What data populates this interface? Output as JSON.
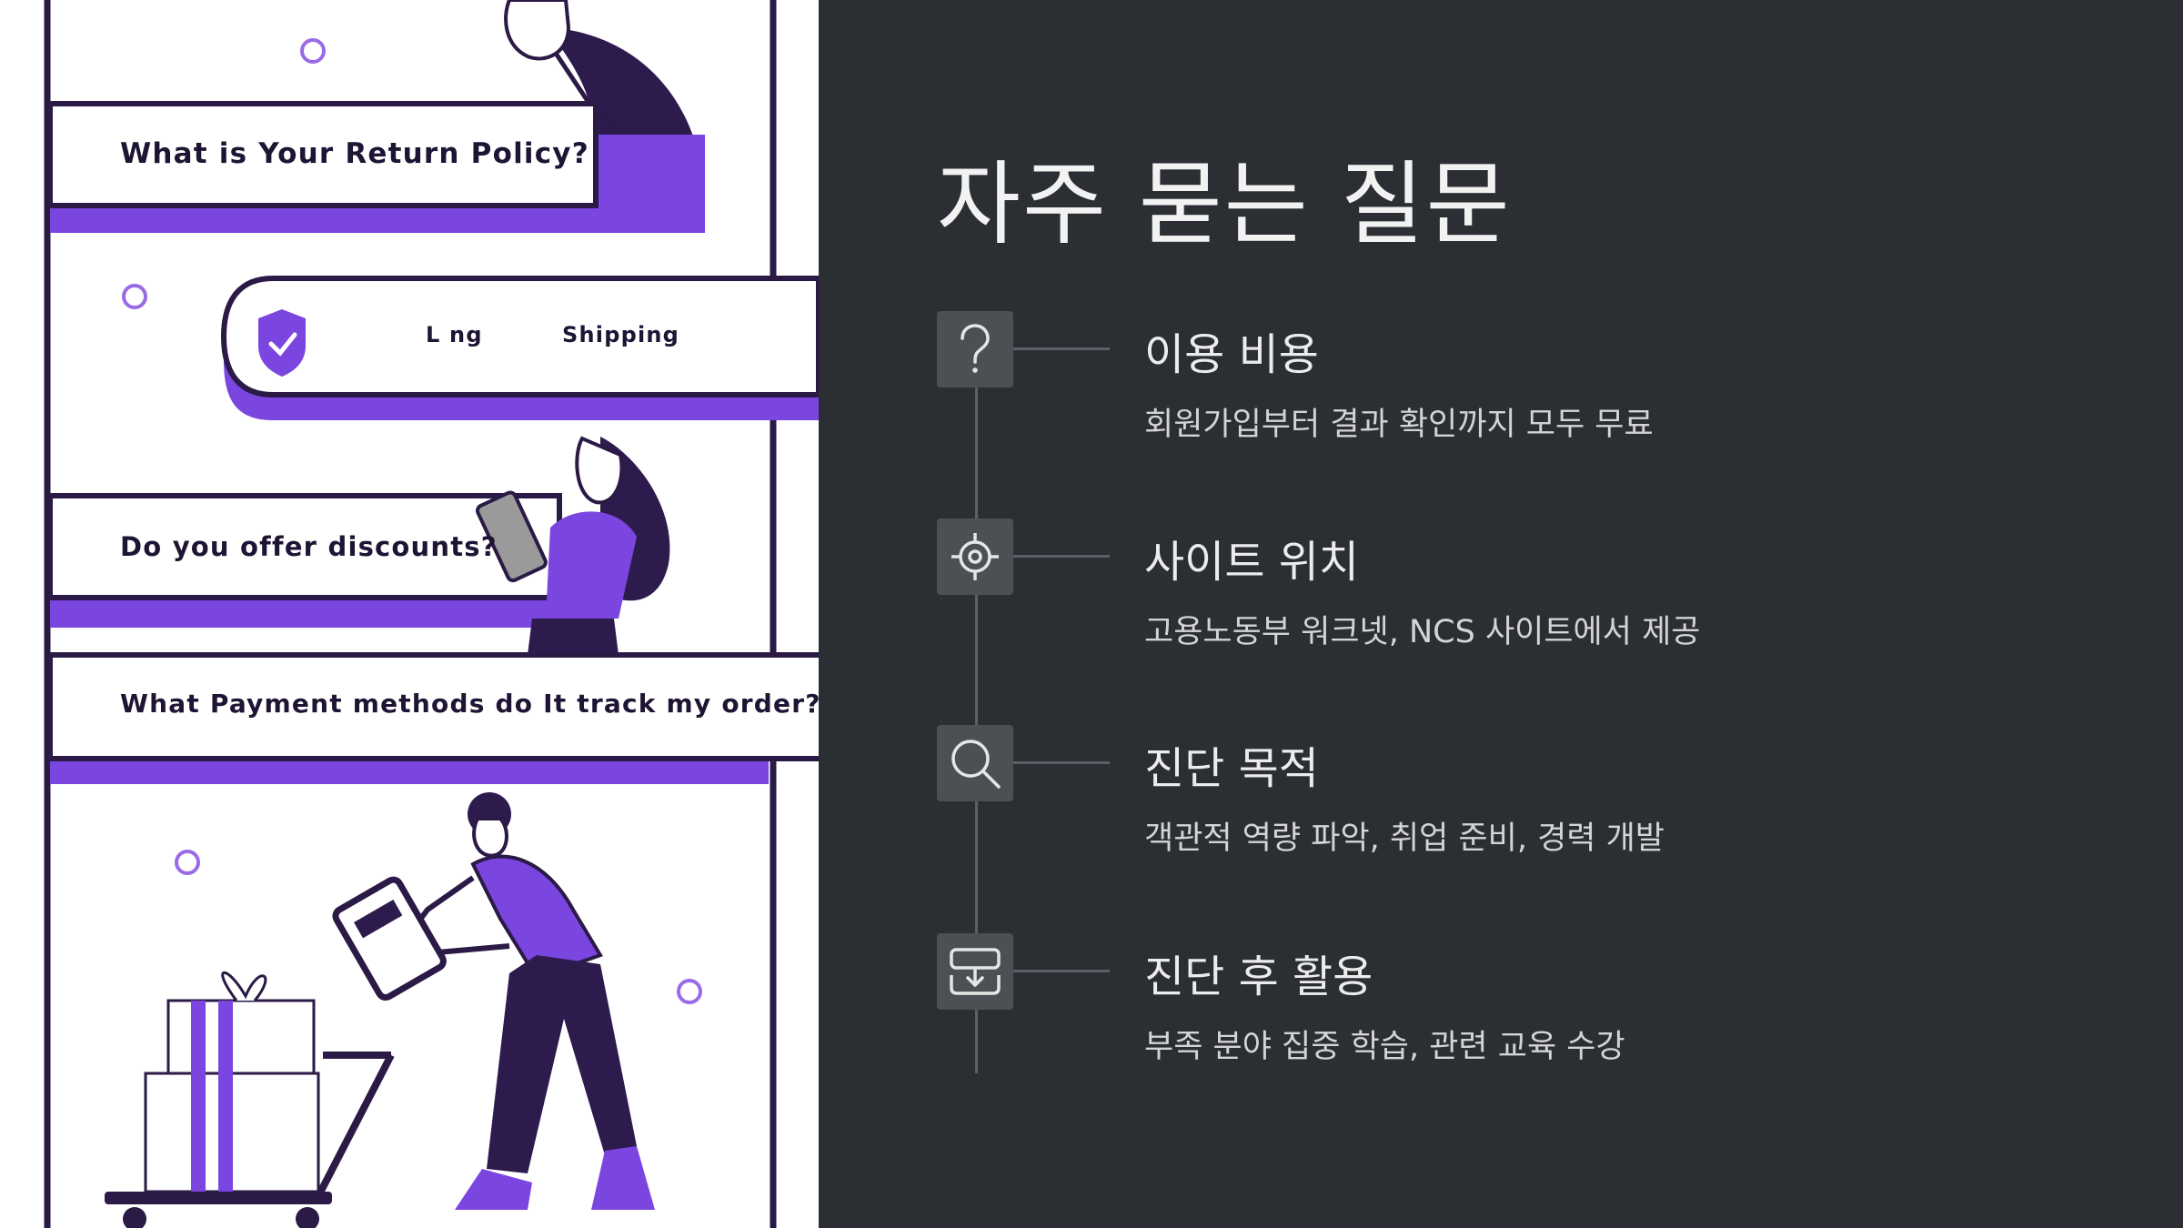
{
  "illustration": {
    "faq_cards": [
      {
        "label": "What is Your Return Policy?"
      },
      {
        "label": "Do you offer discounts?"
      },
      {
        "label": "What Payment methods do It track my order?"
      }
    ],
    "shipping_pill": {
      "prefix": "L  ng",
      "label": "Shipping"
    },
    "colors": {
      "purple": "#7b45e0",
      "dark_purple": "#2d1b4e",
      "outline": "#2a1a45"
    }
  },
  "faq": {
    "title": "자주 묻는 질문",
    "items": [
      {
        "icon": "question-icon",
        "title": "이용 비용",
        "description": "회원가입부터 결과 확인까지 모두 무료"
      },
      {
        "icon": "target-icon",
        "title": "사이트 위치",
        "description": "고용노동부 워크넷, NCS 사이트에서 제공"
      },
      {
        "icon": "search-icon",
        "title": "진단 목적",
        "description": "객관적 역량 파악, 취업 준비, 경력 개발"
      },
      {
        "icon": "download-tray-icon",
        "title": "진단 후 활용",
        "description": "부족 분야 집중 학습, 관련 교육 수강"
      }
    ]
  },
  "colors": {
    "background": "#2b2e33",
    "icon_box": "#4c5055",
    "line": "#5c6066",
    "text": "#ececec"
  }
}
